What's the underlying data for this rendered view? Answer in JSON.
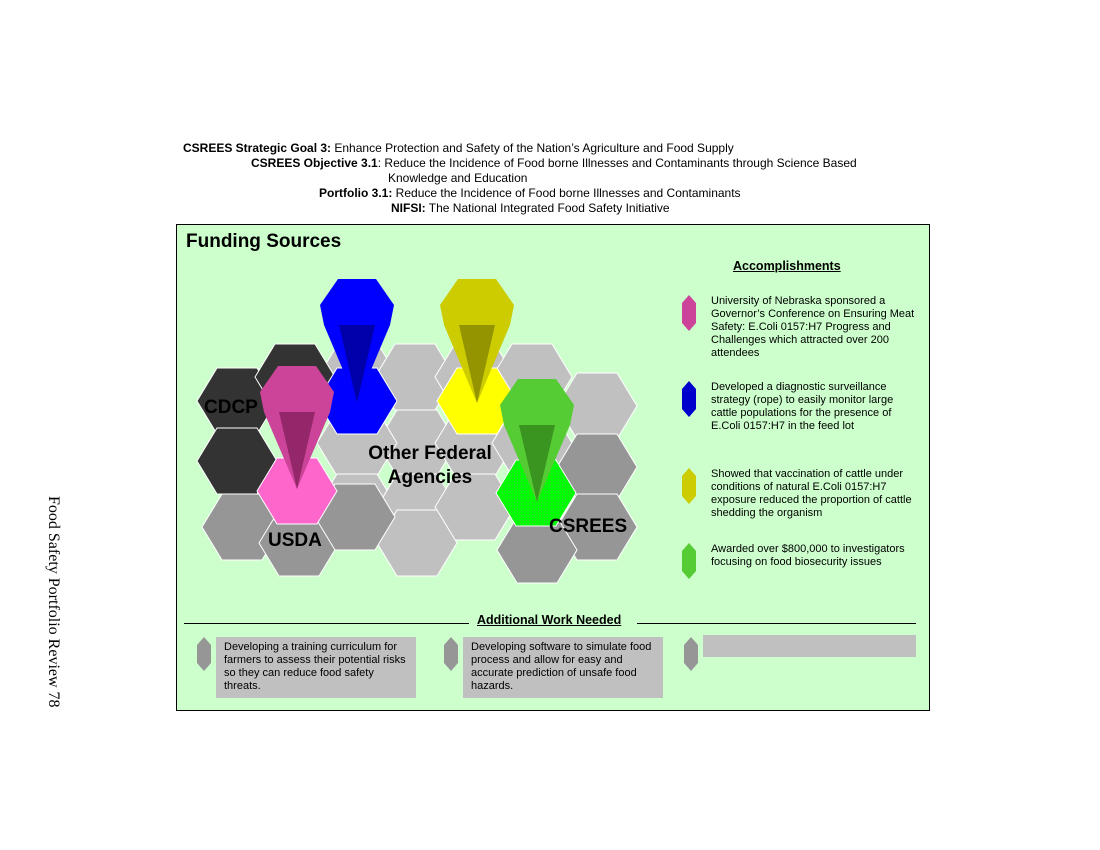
{
  "header": {
    "goal_bold": "CSREES Strategic Goal 3:",
    "goal_text": " Enhance Protection and Safety of the Nation’s Agriculture and Food Supply",
    "objective_bold": "CSREES Objective 3.1",
    "objective_text": ": Reduce the Incidence of Food borne Illnesses and Contaminants through Science Based",
    "objective_text2": "Knowledge and Education",
    "portfolio_bold": "Portfolio 3.1:",
    "portfolio_text": " Reduce the Incidence of Food borne Illnesses and Contaminants",
    "nifsi_bold": "NIFSI:",
    "nifsi_text": " The National Integrated Food Safety Initiative"
  },
  "panel": {
    "title": "Funding Sources",
    "labels": {
      "cdcp": "CDCP",
      "usda": "USDA",
      "ofa_line1": "Other Federal",
      "ofa_line2": "Agencies",
      "csrees": "CSREES"
    },
    "colors": {
      "background": "#ccffcc",
      "cdcp": "#333333",
      "usda": "#ff66cc",
      "usda_pin": "#cc4499",
      "ofa": "#c0c0c0",
      "blue": "#0000ff",
      "blue_pin": "#0000cc",
      "yellow": "#ffff00",
      "yellow_pin": "#cccc00",
      "green": "#00ff00",
      "green_pin": "#55cc33",
      "grey_hex": "#969696"
    }
  },
  "accomplishments": {
    "title": "Accomplishments",
    "items": [
      {
        "color": "#cc4499",
        "text": "University of Nebraska sponsored a Governor’s Conference on Ensuring Meat Safety: E.Coli 0157:H7 Progress and Challenges which attracted over 200 attendees"
      },
      {
        "color": "#0000cc",
        "text": "Developed a diagnostic surveillance strategy (rope) to easily monitor large cattle populations for the presence of E.Coli 0157:H7 in the feed lot"
      },
      {
        "color": "#cccc00",
        "text": "Showed that vaccination of cattle under conditions of natural E.Coli 0157:H7 exposure reduced the proportion of cattle shedding the organism"
      },
      {
        "color": "#55cc33",
        "text": "Awarded over $800,000 to investigators focusing on food biosecurity issues"
      }
    ]
  },
  "additional_work": {
    "title": "Additional Work Needed",
    "items": [
      {
        "text": "Developing a training curriculum for farmers to assess their potential risks so they can reduce food safety threats."
      },
      {
        "text": "Developing software to simulate food process and allow for easy and accurate prediction of unsafe food hazards."
      },
      {
        "text": ""
      }
    ]
  },
  "side_label": "Food Safety Portfolio Review    78"
}
